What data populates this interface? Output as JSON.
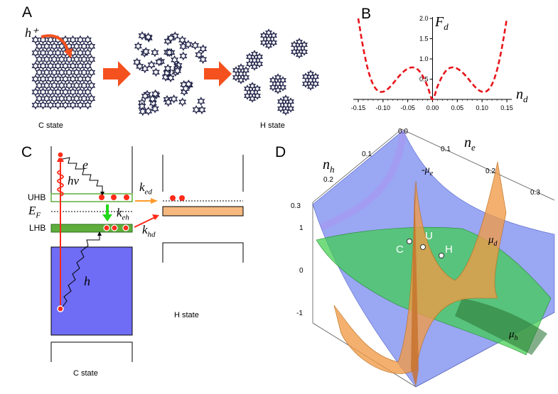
{
  "panels": {
    "A": {
      "letter": "A",
      "hole_label": "h⁺",
      "state_left": "C state",
      "state_right": "H state",
      "colors": {
        "arrow": "#f4511e",
        "star_fill": "#ffffff",
        "star_stroke": "#1f2247"
      }
    },
    "B": {
      "letter": "B",
      "ylabel": "F",
      "ylabel_sub": "d",
      "xlabel": "n",
      "xlabel_sub": "d"
    },
    "C": {
      "letter": "C",
      "uhb": "UHB",
      "lhb": "LHB",
      "ef_main": "E",
      "ef_sub": "F",
      "e_label": "e",
      "h_label": "h",
      "hv_label": "hν",
      "ked_main": "k",
      "ked_sub": "ed",
      "keh_main": "k",
      "keh_sub": "eh",
      "khd_main": "k",
      "khd_sub": "hd",
      "state_left": "C state",
      "state_right": "H state",
      "colors": {
        "band_green": "#5fae3c",
        "valence_blue": "#6f6cf5",
        "h_band": "#f5b87e",
        "red": "#ff2a1a",
        "green_arrow": "#22d81a",
        "orange_arrow": "#ff9a2a"
      }
    },
    "D": {
      "letter": "D",
      "nh_main": "n",
      "nh_sub": "h",
      "ne_main": "n",
      "ne_sub": "e",
      "mue_label": "-μ",
      "mue_sub": "e",
      "mud_main": "μ",
      "mud_sub": "d",
      "muh_main": "μ",
      "muh_sub": "h",
      "points": [
        "C",
        "U",
        "H"
      ],
      "nh_ticks": [
        "0.1",
        "0.2",
        "0.3"
      ],
      "ne_ticks": [
        "0.0",
        "0.1",
        "0.2",
        "0.3"
      ],
      "z_ticks": [
        "1",
        "0",
        "-1"
      ]
    }
  },
  "chart_data": {
    "type": "line",
    "title": "",
    "xlabel": "n_d",
    "ylabel": "F_d",
    "xlim": [
      -0.16,
      0.16
    ],
    "ylim": [
      0,
      2.0
    ],
    "x_ticks": [
      "-0.15",
      "-0.10",
      "-0.05",
      "0.00",
      "0.05",
      "0.10",
      "0.15"
    ],
    "y_ticks": [
      "0.5",
      "1.0",
      "1.5",
      "2.0"
    ],
    "series": [
      {
        "style": "dashed",
        "color": "#e8141b",
        "x": [
          -0.15,
          -0.14,
          -0.13,
          -0.12,
          -0.11,
          -0.1,
          -0.09,
          -0.08,
          -0.07,
          -0.06,
          -0.05,
          -0.04,
          -0.03,
          -0.02,
          -0.01,
          0.0,
          0.01,
          0.02,
          0.03,
          0.04,
          0.05,
          0.06,
          0.07,
          0.08,
          0.09,
          0.1,
          0.11,
          0.12,
          0.13,
          0.14,
          0.15
        ],
        "y": [
          2.0,
          1.28,
          0.72,
          0.37,
          0.21,
          0.19,
          0.26,
          0.39,
          0.54,
          0.67,
          0.76,
          0.79,
          0.74,
          0.58,
          0.32,
          0.0,
          0.32,
          0.58,
          0.74,
          0.79,
          0.76,
          0.67,
          0.54,
          0.39,
          0.26,
          0.19,
          0.21,
          0.37,
          0.72,
          1.28,
          2.0
        ]
      }
    ]
  }
}
